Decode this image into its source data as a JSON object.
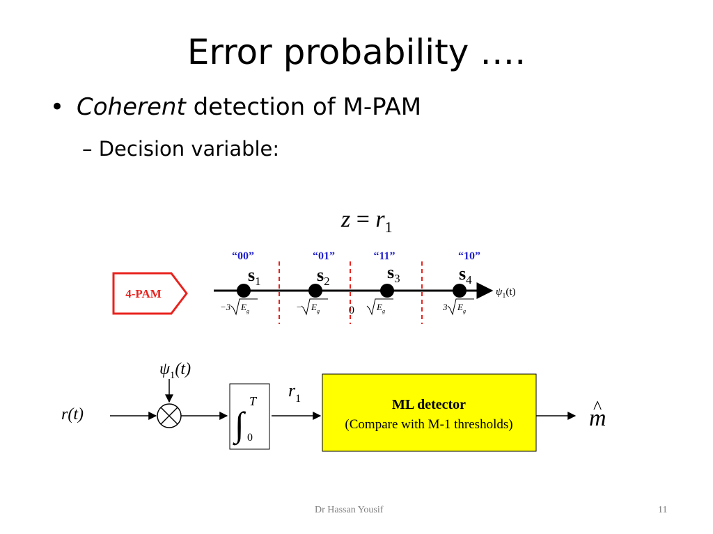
{
  "slide": {
    "title": "Error probability ….",
    "bullet_symbol": "•",
    "bullet_emphasis": "Coherent",
    "bullet_rest": " detection of M-PAM",
    "sub_prefix": "– ",
    "sub_text": "Decision variable:"
  },
  "equation": {
    "lhs": "z",
    "eq": " = ",
    "r": "r",
    "sub": "1"
  },
  "constellation": {
    "badge": "4-PAM",
    "axis_label": "ψ",
    "axis_sub": "1",
    "axis_arg": "(t)",
    "zero": "0",
    "points": [
      {
        "code": "“00”",
        "sym": "s",
        "sub": "1",
        "coef": "−3",
        "val": "E",
        "valsub": "g"
      },
      {
        "code": "“01”",
        "sym": "s",
        "sub": "2",
        "coef": "−",
        "val": "E",
        "valsub": "g"
      },
      {
        "code": "“11”",
        "sym": "s",
        "sub": "3",
        "coef": "",
        "val": "E",
        "valsub": "g"
      },
      {
        "code": "“10”",
        "sym": "s",
        "sub": "4",
        "coef": "3",
        "val": "E",
        "valsub": "g"
      }
    ]
  },
  "block_diagram": {
    "input": "r(t)",
    "basis": "ψ",
    "basis_sub": "1",
    "basis_arg": "(t)",
    "int_upper": "T",
    "int_lower": "0",
    "int_symbol": "∫",
    "r_label": "r",
    "r_sub": "1",
    "detector_title": "ML detector",
    "detector_subtitle": "(Compare with M-1 thresholds)",
    "output": "m",
    "output_hat": "^"
  },
  "footer": {
    "author": "Dr Hassan Yousif",
    "page": "11"
  },
  "colors": {
    "blue_code": "#1f1fcf",
    "red": "#e8231e",
    "detector_fill": "#ffff00"
  }
}
